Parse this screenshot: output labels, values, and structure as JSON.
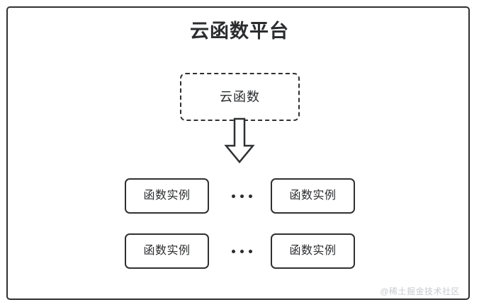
{
  "diagram": {
    "title": "云函数平台",
    "cloud_function": {
      "label": "云函数",
      "border_style": "dashed"
    },
    "arrow": {
      "icon": "arrow-down-icon",
      "direction": "down"
    },
    "instance_rows": [
      {
        "left_label": "函数实例",
        "ellipsis": "•••",
        "right_label": "函数实例"
      },
      {
        "left_label": "函数实例",
        "ellipsis": "•••",
        "right_label": "函数实例"
      }
    ],
    "watermark": "@稀土掘金技术社区",
    "colors": {
      "stroke": "#2f3032",
      "text": "#2b2c2e",
      "background": "#ffffff",
      "watermark": "#c9cbcf"
    }
  }
}
